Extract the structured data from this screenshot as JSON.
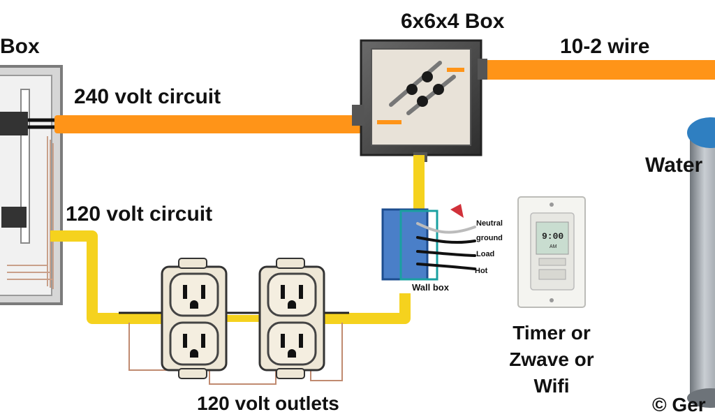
{
  "labels": {
    "panel_box": "Box",
    "junction_box": "6x6x4 Box",
    "wire_10_2": "10-2 wire",
    "circuit_240": "240 volt circuit",
    "circuit_120": "120 volt circuit",
    "water_heater": "Water",
    "wall_box": "Wall box",
    "wall_neutral": "Neutral",
    "wall_ground": "ground",
    "wall_load": "Load",
    "wall_hot": "Hot",
    "timer_line1": "Timer or",
    "timer_line2": "Zwave or",
    "timer_line3": "Wifi",
    "outlets": "120 volt outlets",
    "copyright": "© Ger"
  },
  "timer_display": {
    "time": "9:00",
    "ampm": "AM"
  },
  "colors": {
    "wire_240": "#ff9418",
    "wire_120": "#f5d21e",
    "panel": "#8a8a8a",
    "junction_box": "#4a4a4a",
    "tank": "#9aa0a6",
    "tank_top": "#2f7fc1"
  }
}
